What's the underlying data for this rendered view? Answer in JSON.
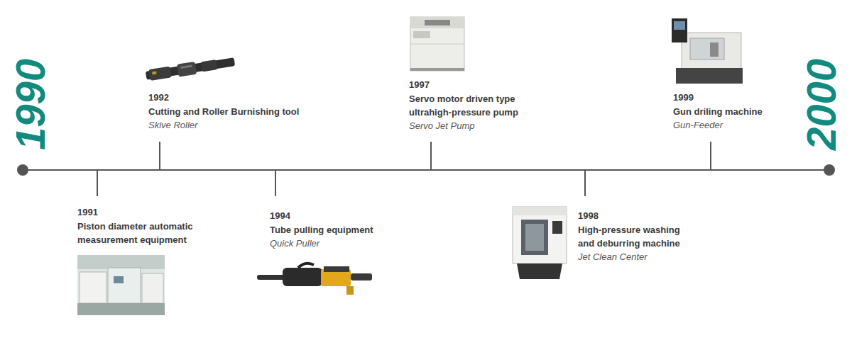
{
  "diagram": {
    "labels": [
      "1990",
      "1992",
      "Cutting and Roller Burnishing tool",
      "Skive Roller",
      "1997",
      "Servo motor driven type ultrahigh-pressure pump",
      "Servo Jet Pump",
      "1999",
      "Gun driling machine",
      "Gun-Feeder",
      "2000",
      "1991",
      "Piston diameter automatic measurement equipment",
      "1994",
      "Tube pulling equipment",
      "Quick Puller",
      "1998",
      "High-pressure washing and deburring machine",
      "Jet Clean Center"
    ]
  }
}
